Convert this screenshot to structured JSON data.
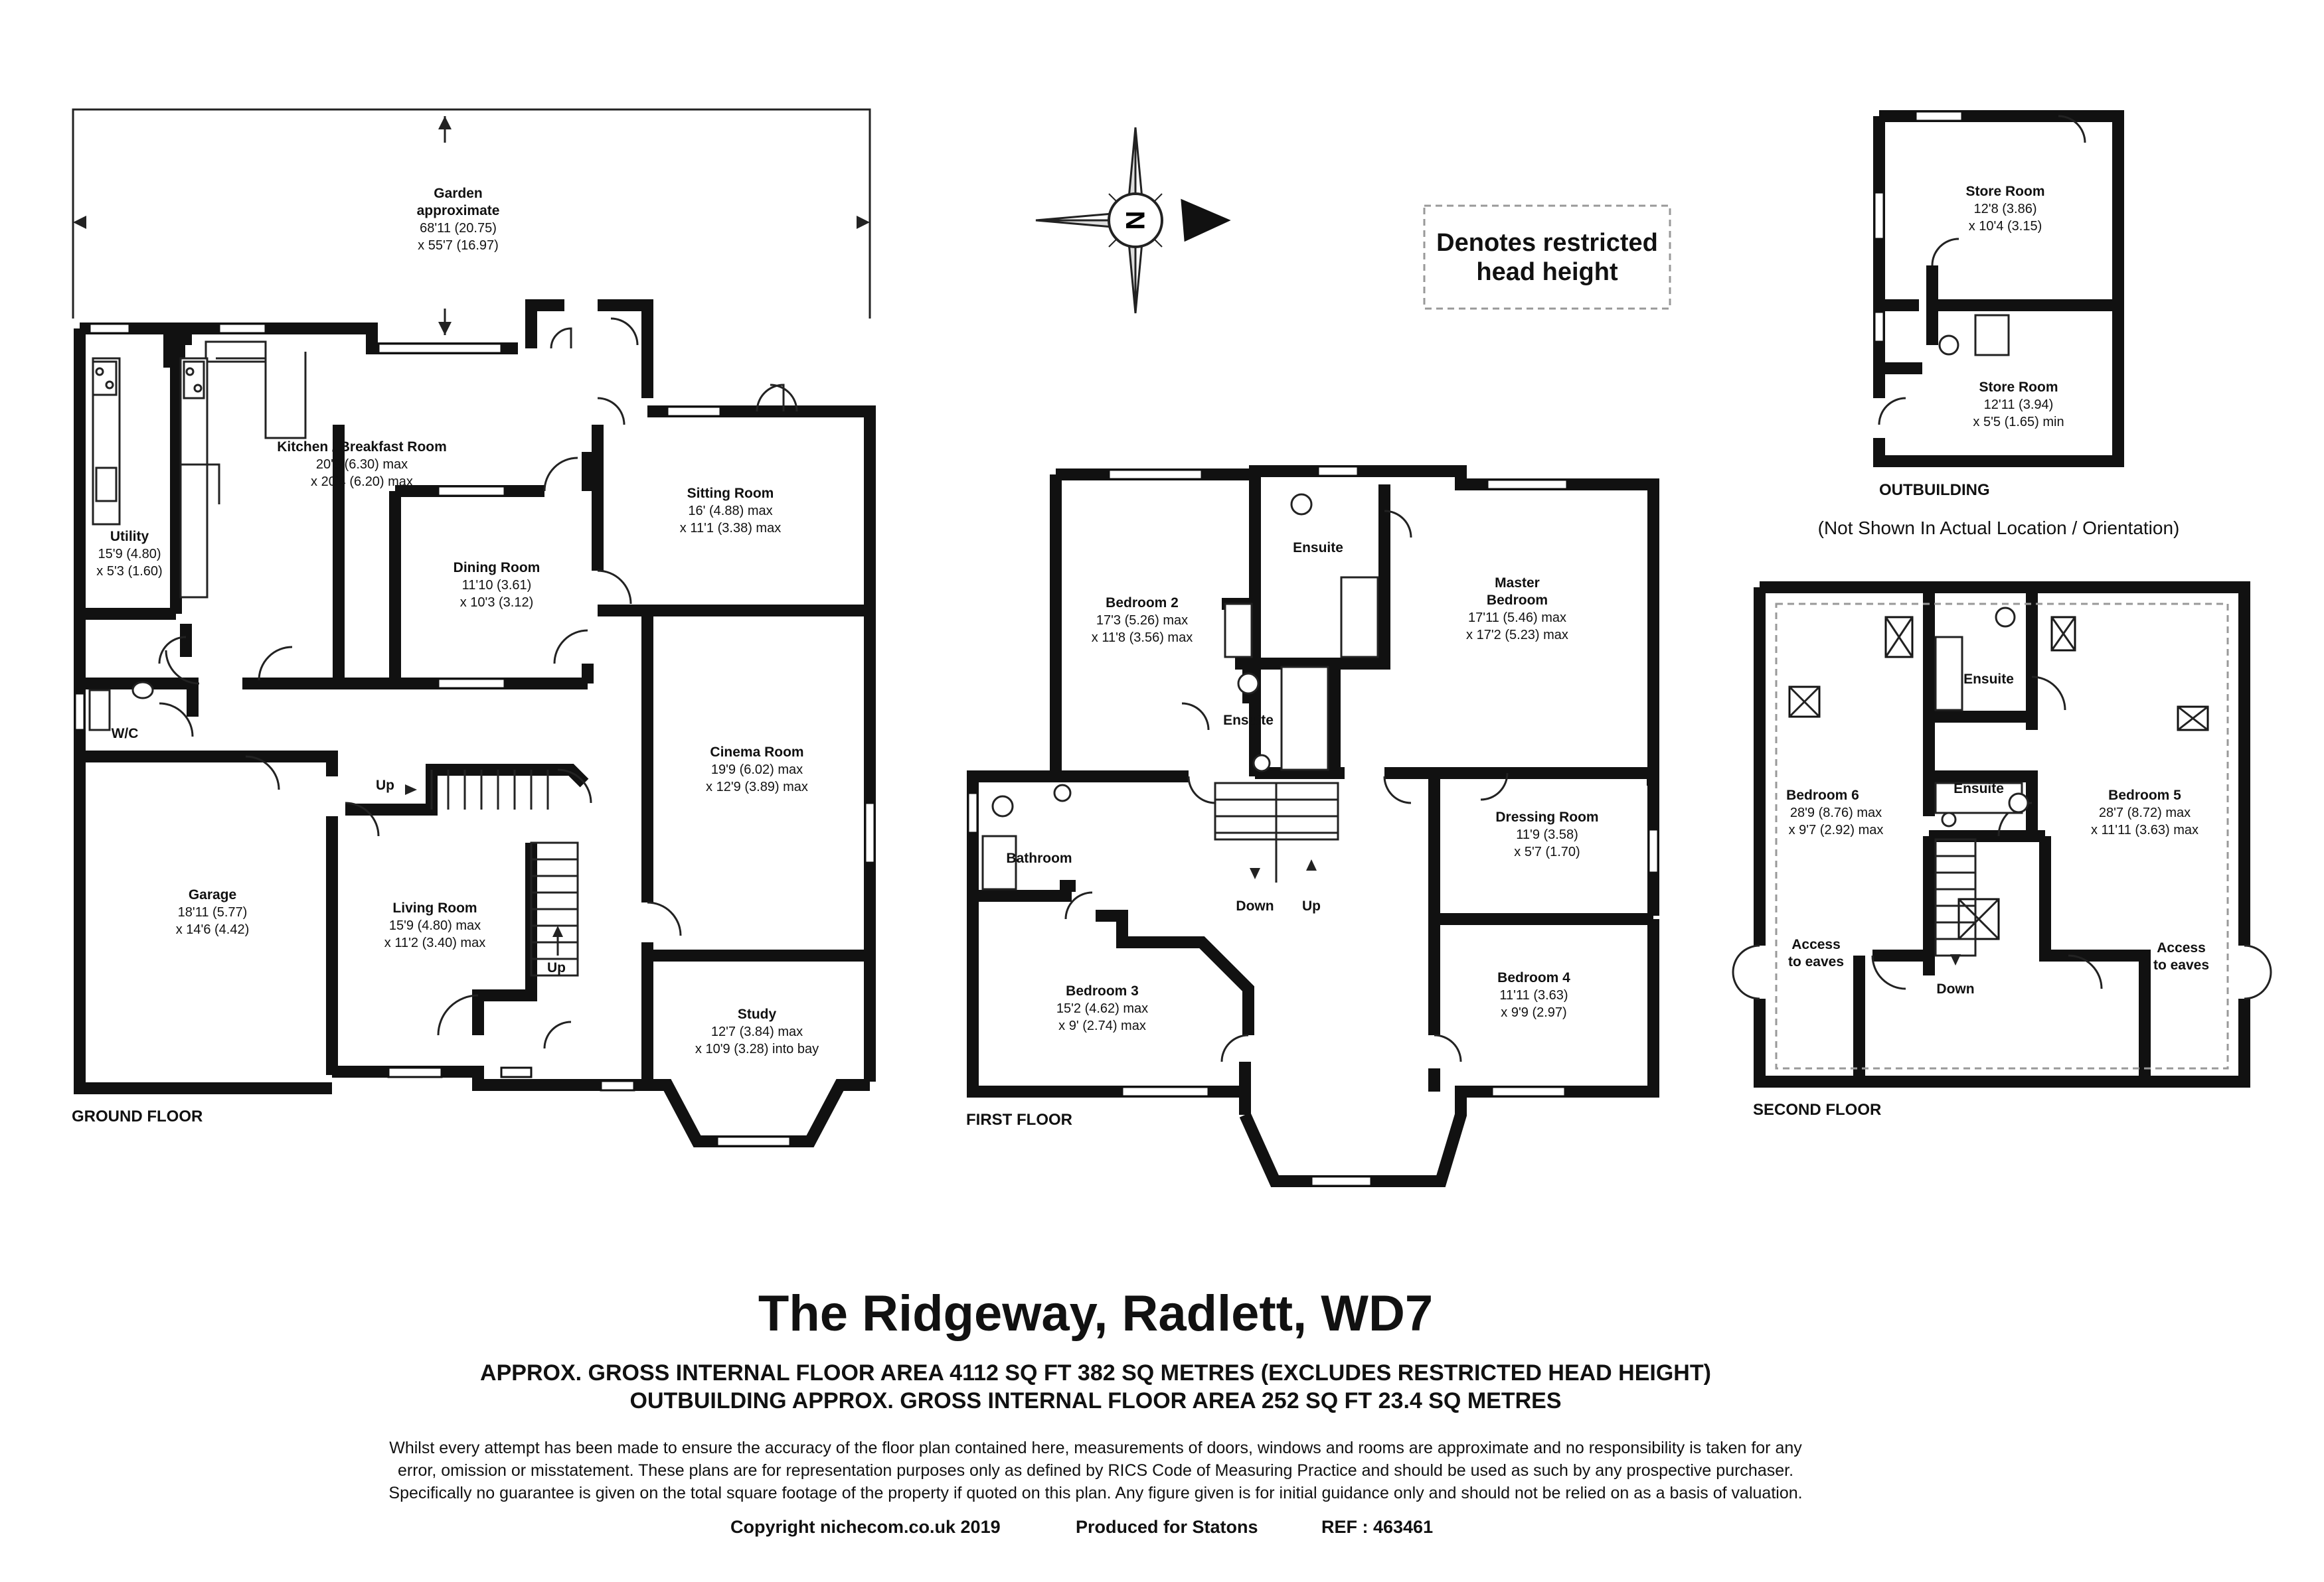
{
  "property": {
    "title": "The Ridgeway, Radlett, WD7",
    "area_line_1": "APPROX. GROSS INTERNAL FLOOR AREA 4112 SQ FT 382 SQ METRES (EXCLUDES RESTRICTED HEAD HEIGHT)",
    "area_line_2": "OUTBUILDING APPROX. GROSS INTERNAL FLOOR AREA 252 SQ FT 23.4 SQ METRES",
    "disclaimer": [
      "Whilst every attempt has been made to ensure the accuracy of the floor plan contained here, measurements of doors, windows and rooms are approximate and no responsibility is taken for any",
      "error, omission or misstatement. These plans are for representation purposes only as defined by RICS Code of Measuring Practice and should be used as such by any prospective purchaser.",
      "Specifically no guarantee is given on the total square footage of the property if quoted on this plan. Any figure given is for initial guidance only and should not be relied on as a basis of valuation."
    ],
    "copyright": "Copyright nichecom.co.uk 2019",
    "produced_for": "Produced for Statons",
    "ref": "REF : 463461"
  },
  "legend": {
    "line_1": "Denotes restricted",
    "line_2": "head height"
  },
  "compass": {
    "letter": "N"
  },
  "floors": {
    "ground": "GROUND FLOOR",
    "first": "FIRST FLOOR",
    "second": "SECOND FLOOR",
    "outbuilding": "OUTBUILDING",
    "outbuilding_note": "(Not Shown In Actual Location / Orientation)"
  },
  "rooms": {
    "garden": {
      "name_1": "Garden",
      "name_2": "approximate",
      "dim_1": "68'11 (20.75)",
      "dim_2": "x 55'7 (16.97)"
    },
    "kitchen": {
      "name": "Kitchen / Breakfast Room",
      "dim_1": "20'8 (6.30) max",
      "dim_2": "x 20'4 (6.20) max"
    },
    "utility": {
      "name": "Utility",
      "dim_1": "15'9 (4.80)",
      "dim_2": "x 5'3 (1.60)"
    },
    "dining": {
      "name": "Dining Room",
      "dim_1": "11'10 (3.61)",
      "dim_2": "x 10'3 (3.12)"
    },
    "sitting": {
      "name": "Sitting Room",
      "dim_1": "16' (4.88) max",
      "dim_2": "x 11'1 (3.38) max"
    },
    "cinema": {
      "name": "Cinema Room",
      "dim_1": "19'9 (6.02) max",
      "dim_2": "x 12'9 (3.89) max"
    },
    "garage": {
      "name": "Garage",
      "dim_1": "18'11 (5.77)",
      "dim_2": "x 14'6 (4.42)"
    },
    "living": {
      "name": "Living Room",
      "dim_1": "15'9 (4.80) max",
      "dim_2": "x 11'2 (3.40) max"
    },
    "study": {
      "name": "Study",
      "dim_1": "12'7 (3.84) max",
      "dim_2": "x 10'9 (3.28) into bay"
    },
    "wc": {
      "name": "W/C"
    },
    "bedroom2": {
      "name": "Bedroom 2",
      "dim_1": "17'3 (5.26) max",
      "dim_2": "x 11'8 (3.56) max"
    },
    "ensuite_f1a": {
      "name": "Ensuite"
    },
    "ensuite_f1b": {
      "name": "Ensuite"
    },
    "master": {
      "name_1": "Master",
      "name_2": "Bedroom",
      "dim_1": "17'11 (5.46) max",
      "dim_2": "x 17'2 (5.23) max"
    },
    "bathroom": {
      "name": "Bathroom"
    },
    "dressing": {
      "name": "Dressing Room",
      "dim_1": "11'9 (3.58)",
      "dim_2": "x 5'7 (1.70)"
    },
    "bedroom3": {
      "name": "Bedroom 3",
      "dim_1": "15'2 (4.62) max",
      "dim_2": "x 9' (2.74) max"
    },
    "bedroom4": {
      "name": "Bedroom 4",
      "dim_1": "11'11 (3.63)",
      "dim_2": "x 9'9 (2.97)"
    },
    "bedroom6": {
      "name": "Bedroom 6",
      "dim_1": "28'9 (8.76) max",
      "dim_2": "x 9'7 (2.92) max"
    },
    "bedroom5": {
      "name": "Bedroom 5",
      "dim_1": "28'7 (8.72) max",
      "dim_2": "x 11'11 (3.63) max"
    },
    "ensuite_f2a": {
      "name": "Ensuite"
    },
    "ensuite_f2b": {
      "name": "Ensuite"
    },
    "store1": {
      "name": "Store Room",
      "dim_1": "12'8 (3.86)",
      "dim_2": "x 10'4 (3.15)"
    },
    "store2": {
      "name": "Store Room",
      "dim_1": "12'11 (3.94)",
      "dim_2": "x 5'5 (1.65) min"
    }
  },
  "stairs": {
    "gf_up_1": "Up",
    "gf_up_2": "Up",
    "f1_down": "Down",
    "f1_up": "Up",
    "f2_down": "Down"
  },
  "eaves": {
    "left_1": "Access",
    "left_2": "to eaves",
    "right_1": "Access",
    "right_2": "to eaves"
  }
}
